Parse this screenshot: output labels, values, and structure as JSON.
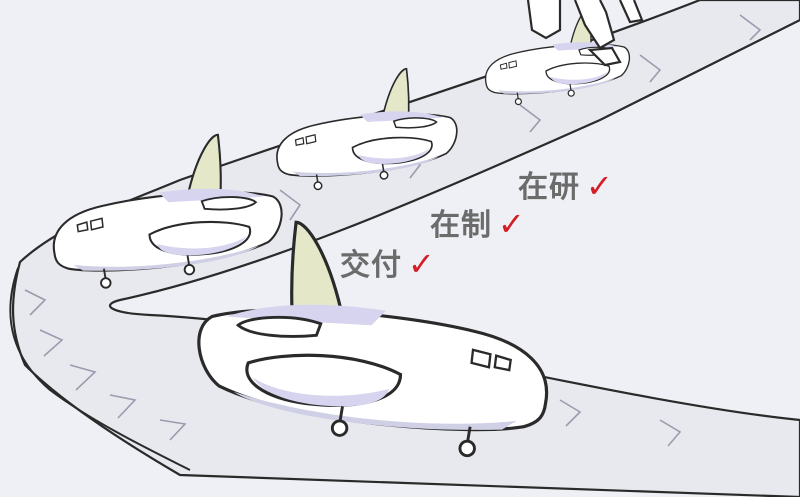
{
  "labels": [
    {
      "text": "在研",
      "mark": "✓"
    },
    {
      "text": "在制",
      "mark": "✓"
    },
    {
      "text": "交付",
      "mark": "✓"
    }
  ],
  "colors": {
    "background": "#eef0f5",
    "belt": "#e8e9ee",
    "outline": "#2a2a2a",
    "fuselage": "#ffffff",
    "shade": "#cfcfe6",
    "tail": "#e4e8c9",
    "text": "#6b6b6b",
    "check": "#d41d24"
  }
}
